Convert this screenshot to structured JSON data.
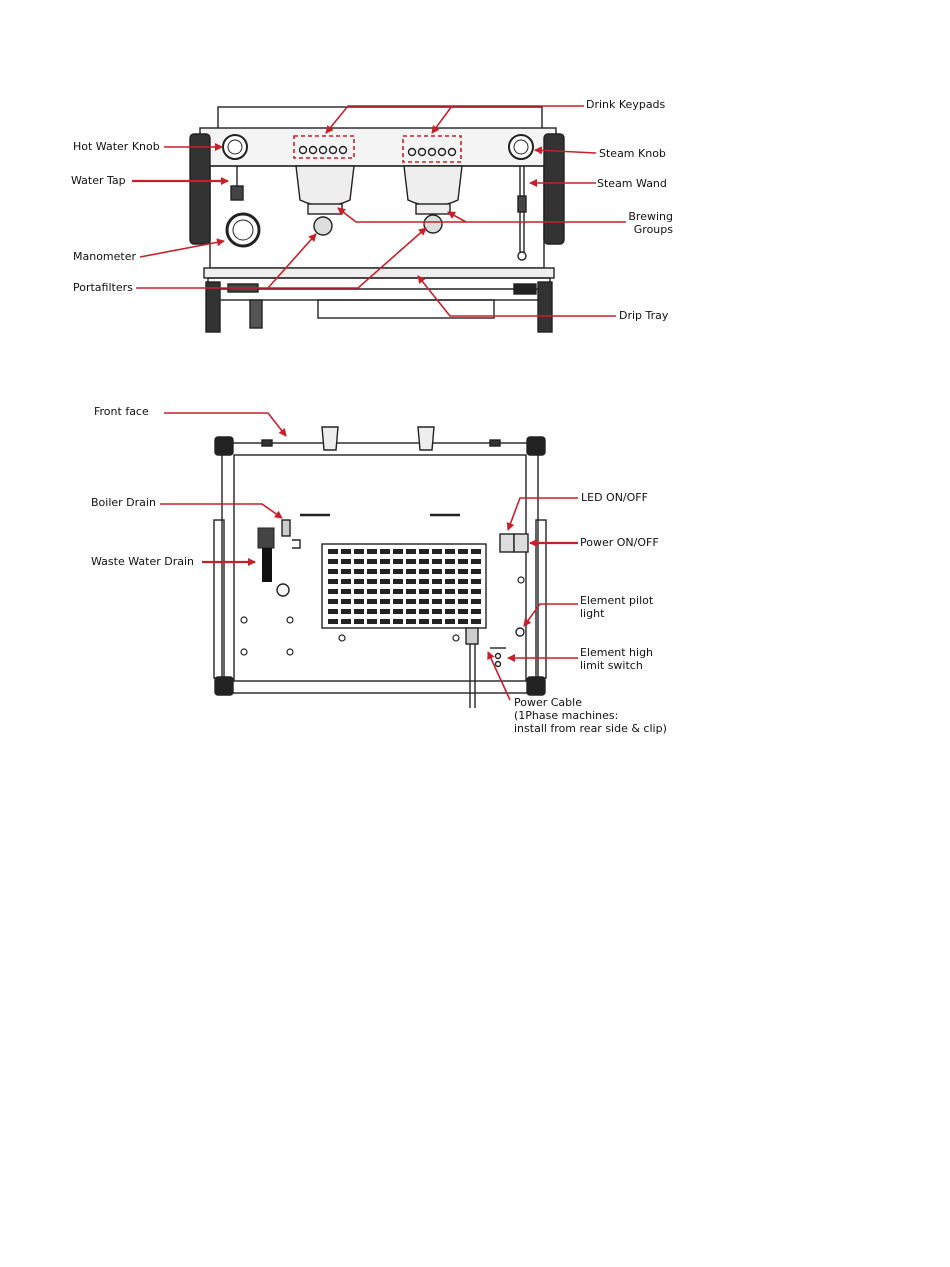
{
  "figure1": {
    "labels": {
      "drink_keypads": "Drink Keypads",
      "hot_water_knob": "Hot Water Knob",
      "steam_knob": "Steam Knob",
      "water_tap": "Water Tap",
      "steam_wand": "Steam Wand",
      "brewing_groups": "Brewing\nGroups",
      "manometer": "Manometer",
      "portafilters": "Portafilters",
      "drip_tray": "Drip Tray"
    }
  },
  "figure2": {
    "labels": {
      "front_face": "Front face",
      "boiler_drain": "Boiler Drain",
      "led_on_off": "LED ON/OFF",
      "power_on_off": "Power ON/OFF",
      "waste_water_drain": "Waste Water Drain",
      "element_pilot_light": "Element pilot\nlight",
      "element_high_limit_switch": "Element high\nlimit switch",
      "power_cable": "Power Cable\n(1Phase machines:\ninstall from rear side & clip)"
    }
  },
  "colors": {
    "arrow": "#c8202a",
    "line": "#222222"
  }
}
